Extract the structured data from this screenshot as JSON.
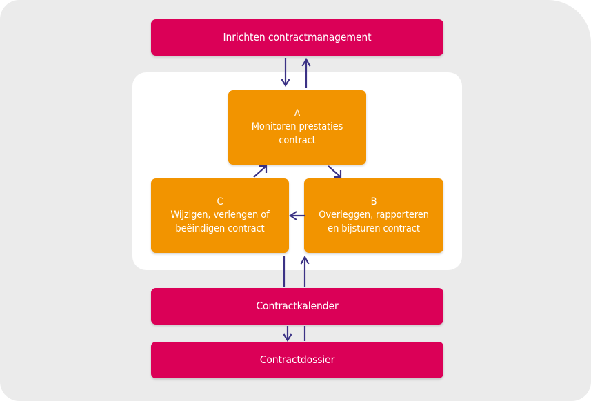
{
  "diagram": {
    "title_box": {
      "label": "Inrichten contractmanagement"
    },
    "cycle": {
      "a": {
        "letter": "A",
        "line1": "Monitoren prestaties",
        "line2": "contract"
      },
      "b": {
        "letter": "B",
        "line1": "Overleggen, rapporteren",
        "line2": "en bijsturen contract"
      },
      "c": {
        "letter": "C",
        "line1": "Wijzigen, verlengen of",
        "line2": "beëindigen contract"
      }
    },
    "footer_boxes": [
      {
        "label": "Contractkalender"
      },
      {
        "label": "Contractdossier"
      }
    ],
    "arrows": [
      {
        "name": "top-down-arrow",
        "direction": "down"
      },
      {
        "name": "top-up-arrow",
        "direction": "up"
      },
      {
        "name": "a-to-b-arrow",
        "direction": "down-right"
      },
      {
        "name": "c-to-a-arrow",
        "direction": "up-right"
      },
      {
        "name": "b-to-c-arrow",
        "direction": "left"
      },
      {
        "name": "cycle-to-calendar-line",
        "direction": "line"
      },
      {
        "name": "calendar-to-cycle-arrow",
        "direction": "up"
      },
      {
        "name": "calendar-to-dossier-arrow",
        "direction": "down"
      },
      {
        "name": "dossier-to-calendar-line",
        "direction": "line"
      }
    ],
    "colors": {
      "background": "#ffffff",
      "panel": "#ebebeb",
      "inner_panel": "#ffffff",
      "pink": "#db0057",
      "orange": "#f29400",
      "arrow": "#3b3285",
      "text": "#ffffff"
    }
  }
}
